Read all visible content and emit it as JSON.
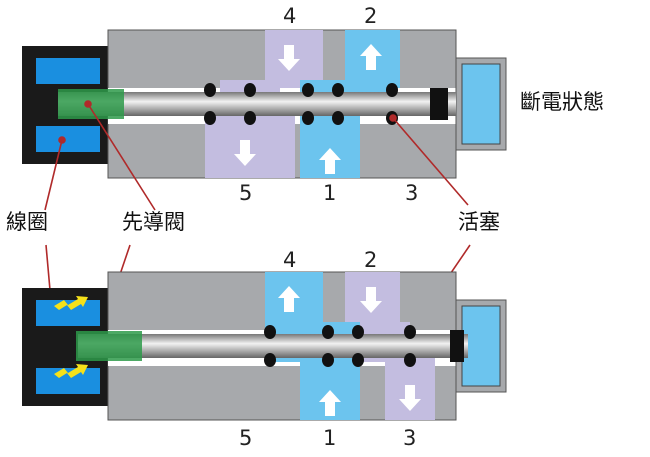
{
  "state_label": "斷電狀態",
  "labels": {
    "coil": "線圈",
    "pilot_valve": "先導閥",
    "piston": "活塞"
  },
  "top_ports": {
    "p4": "4",
    "p2": "2",
    "p5": "5",
    "p1": "1",
    "p3": "3"
  },
  "bottom_ports": {
    "p4": "4",
    "p2": "2",
    "p5": "5",
    "p1": "1",
    "p3": "3"
  },
  "colors": {
    "body": "#a7a9ac",
    "purple": "#c3bde0",
    "blue": "#6cc4ee",
    "coil_blue": "#1a8fe0",
    "green": "#2e9a4a",
    "leader": "#b02a2a"
  }
}
